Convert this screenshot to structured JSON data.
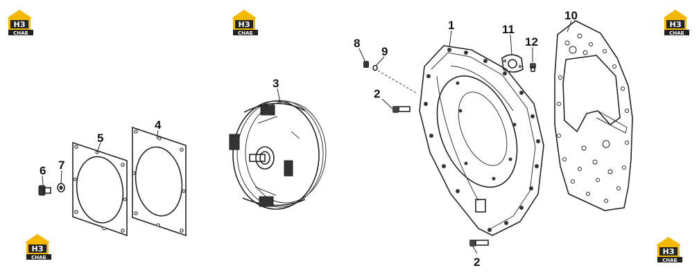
{
  "logo": {
    "letters": "НЗ",
    "sub": "СНАБ",
    "colors": {
      "roof": "#f5b800",
      "box": "#222222"
    }
  },
  "labels": {
    "1": "1",
    "2a": "2",
    "2b": "2",
    "3": "3",
    "4": "4",
    "5": "5",
    "6": "6",
    "7": "7",
    "8": "8",
    "9": "9",
    "10": "10",
    "11": "11",
    "12": "12"
  }
}
